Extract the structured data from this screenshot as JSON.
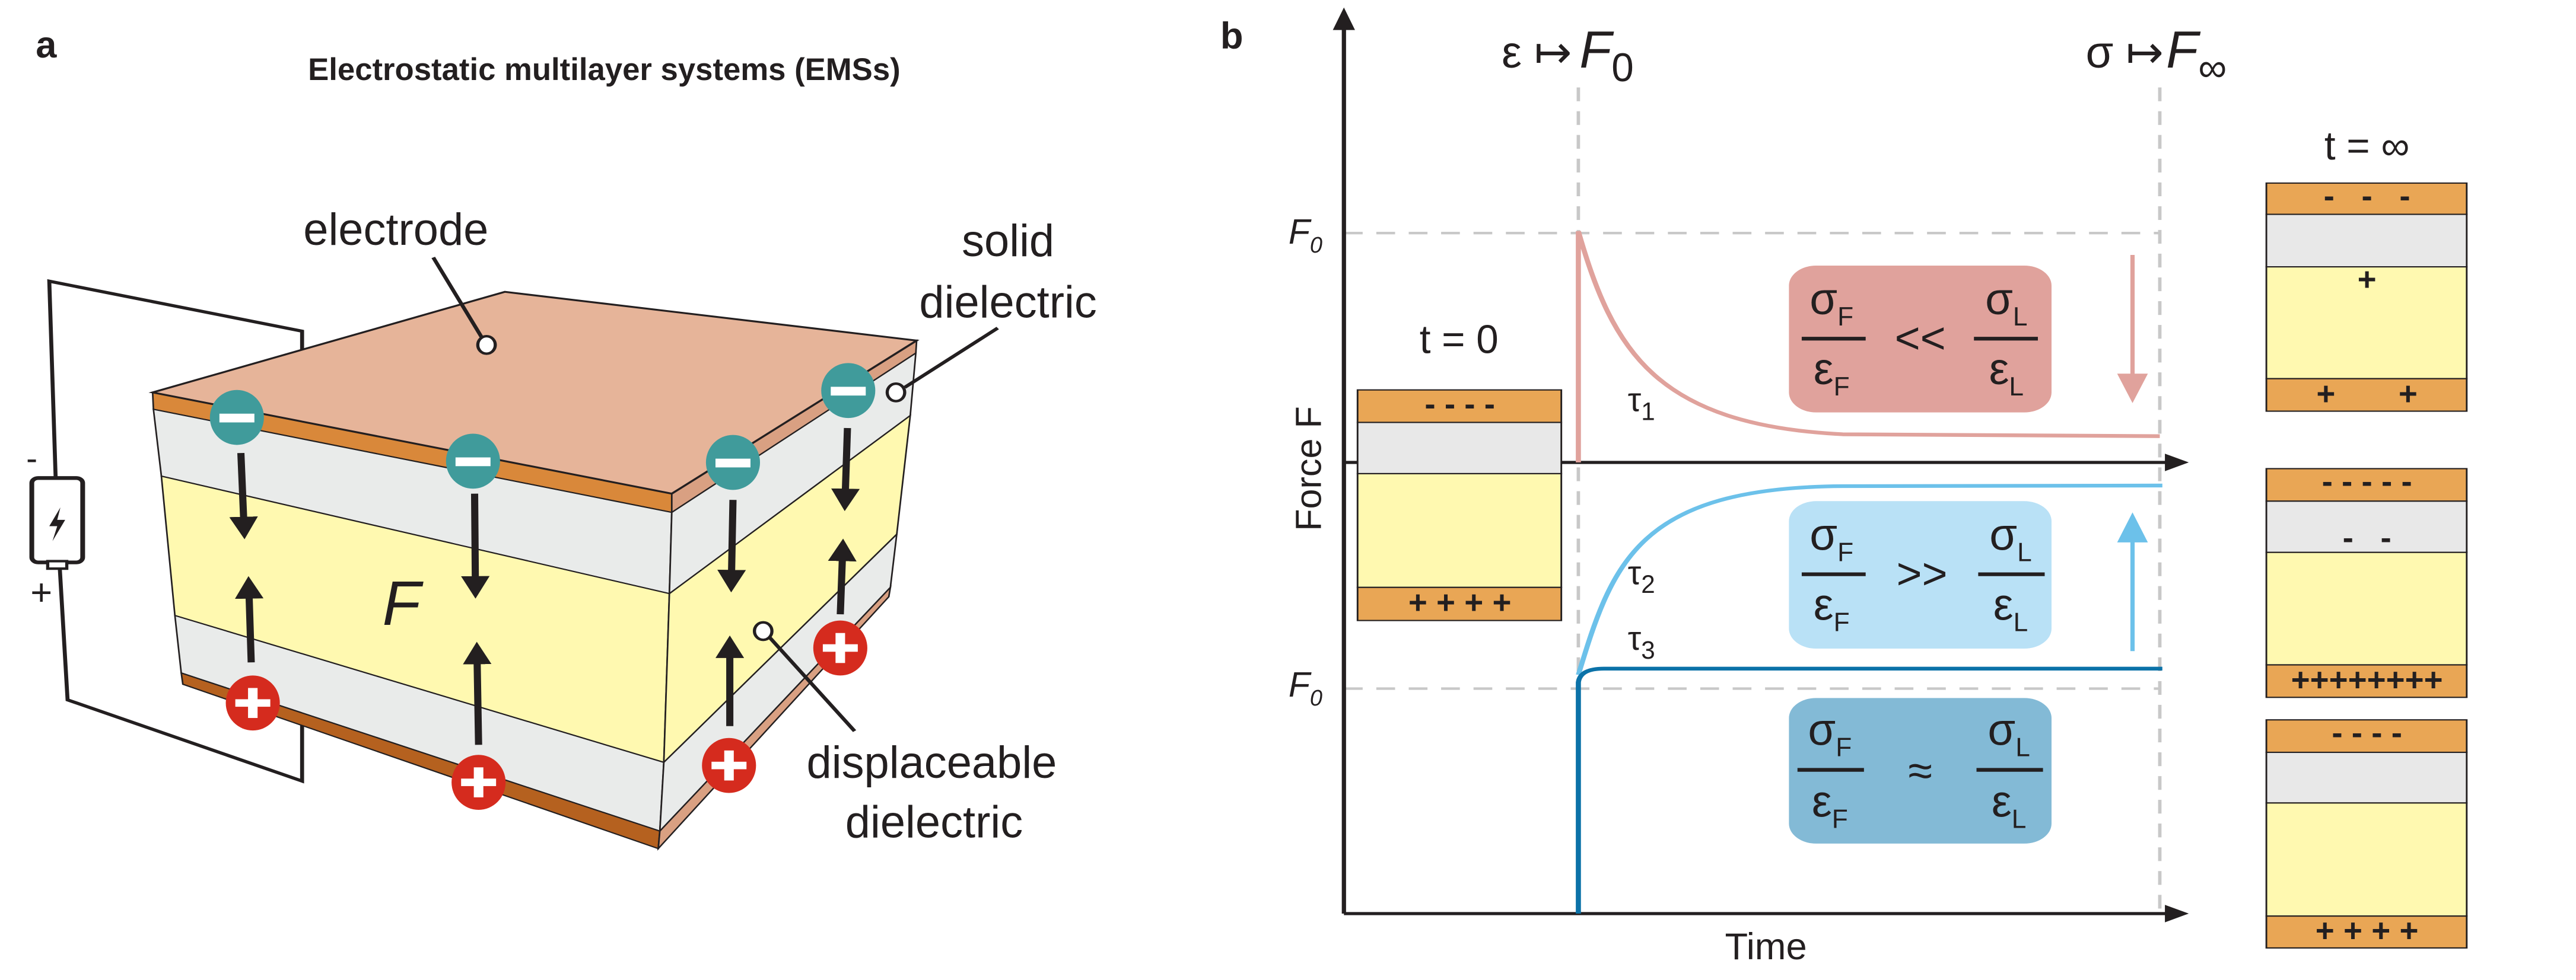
{
  "panel_a": {
    "label": "a",
    "title": "Electrostatic multilayer systems (EMSs)",
    "electrode_label": "electrode",
    "solid_dielectric_label": [
      "solid",
      "dielectric"
    ],
    "displaceable_dielectric_label": [
      "displaceable",
      "dielectric"
    ],
    "force_label": "F",
    "battery_minus": "-",
    "battery_plus": "+",
    "charge_minus": "−",
    "charge_plus": "+"
  },
  "panel_b": {
    "label": "b",
    "y_axis_label": "Force F",
    "x_axis_label": "Time",
    "f0_label": "F",
    "f0_sub": "0",
    "strain_map": {
      "left": "ε ↦",
      "right": "F",
      "sub": "0"
    },
    "stress_map": {
      "left": "σ ↦",
      "right": "F",
      "sub": "∞"
    },
    "tau": [
      {
        "t": "τ",
        "s": "1"
      },
      {
        "t": "τ",
        "s": "2"
      },
      {
        "t": "τ",
        "s": "3"
      }
    ],
    "conditions": [
      {
        "num": "σ",
        "den": "ε",
        "sub_left": "F",
        "rel": "<<",
        "sub_right": "L"
      },
      {
        "num": "σ",
        "den": "ε",
        "sub_left": "F",
        "rel": ">>",
        "sub_right": "L"
      },
      {
        "num": "σ",
        "den": "ε",
        "sub_left": "F",
        "rel": "≈",
        "sub_right": "L"
      }
    ],
    "t0_label": "t = 0",
    "t0_box": {
      "top": "- - - -",
      "bottom": "+ + + +"
    },
    "tinf_label": "t = ∞",
    "tinf_boxes": [
      {
        "top": "-   -   -",
        "middle": "",
        "yellow": "+",
        "bottom": "+       +"
      },
      {
        "top": "- - - - -",
        "middle": "-   -",
        "yellow": "",
        "bottom": "++++++++"
      },
      {
        "top": "- - - -",
        "middle": "",
        "yellow": "",
        "bottom": "+ + + +"
      }
    ],
    "colors": {
      "red": "#e0a29c",
      "light_blue": "#6cc1ea",
      "dark_blue": "#0b72a8",
      "electrode": "#e9a655",
      "solid": "#e8e8e8",
      "liquid": "#fff9b0"
    }
  }
}
